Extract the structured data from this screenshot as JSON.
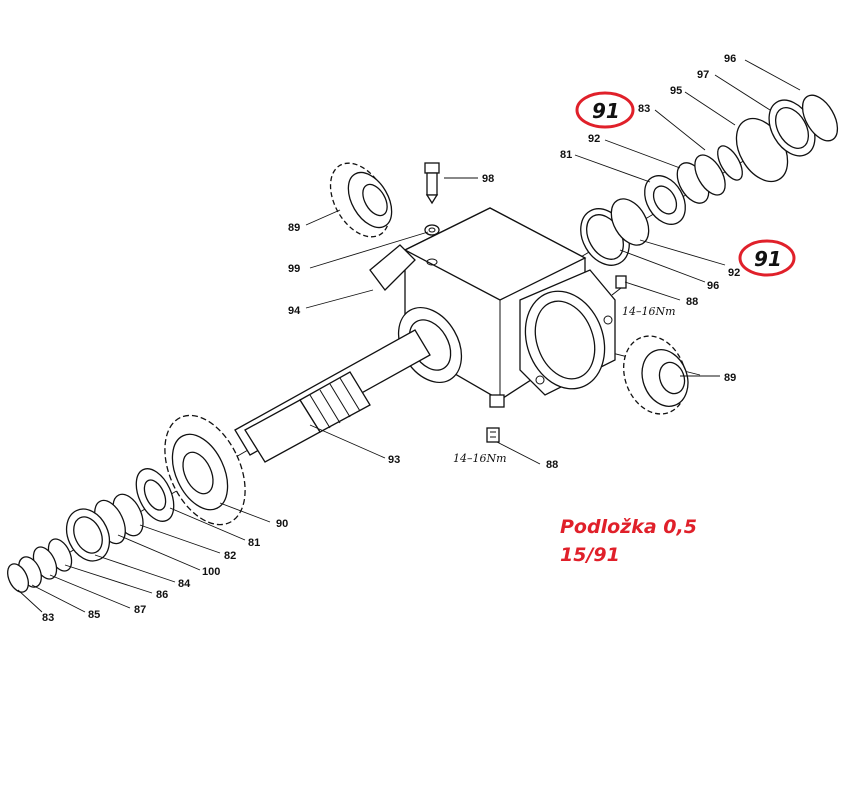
{
  "diagram": {
    "part_labels": {
      "p96_top": "96",
      "p97": "97",
      "p95": "95",
      "p83_top": "83",
      "p92_top": "92",
      "p81_top": "81",
      "p98": "98",
      "p89_left": "89",
      "p99": "99",
      "p94": "94",
      "p92_right": "92",
      "p96_right": "96",
      "p88_right": "88",
      "p89_right": "89",
      "p93": "93",
      "p88_bottom": "88",
      "p90": "90",
      "p81_bottom": "81",
      "p82": "82",
      "p100": "100",
      "p84": "84",
      "p86": "86",
      "p87": "87",
      "p85": "85",
      "p83_bottom": "83"
    },
    "torque_labels": {
      "right": "14–16Nm",
      "bottom": "14–16Nm"
    },
    "highlighted_parts": {
      "top": "91",
      "right": "91"
    },
    "colors": {
      "highlight": "#e0202a",
      "line": "#111111",
      "background": "#ffffff"
    }
  },
  "note": {
    "line1": "Podložka 0,5",
    "line2": "15/91"
  }
}
